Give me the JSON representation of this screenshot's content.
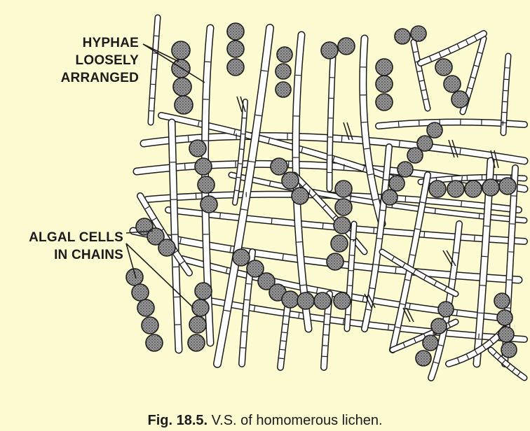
{
  "labels": {
    "hyphae": [
      "HYPHAE",
      "LOOSELY",
      "ARRANGED"
    ],
    "algae": [
      "ALGAL CELLS",
      "IN CHAINS"
    ]
  },
  "caption": {
    "number": "Fig. 18.5.",
    "text": "V.S. of homomerous lichen."
  },
  "colors": {
    "background": "#fdfbd2",
    "ink": "#1b1b1b",
    "hypha_fill": "#ffffff",
    "cell_fill": "#8c8c8c",
    "cell_dots": "#3c3c3c"
  }
}
